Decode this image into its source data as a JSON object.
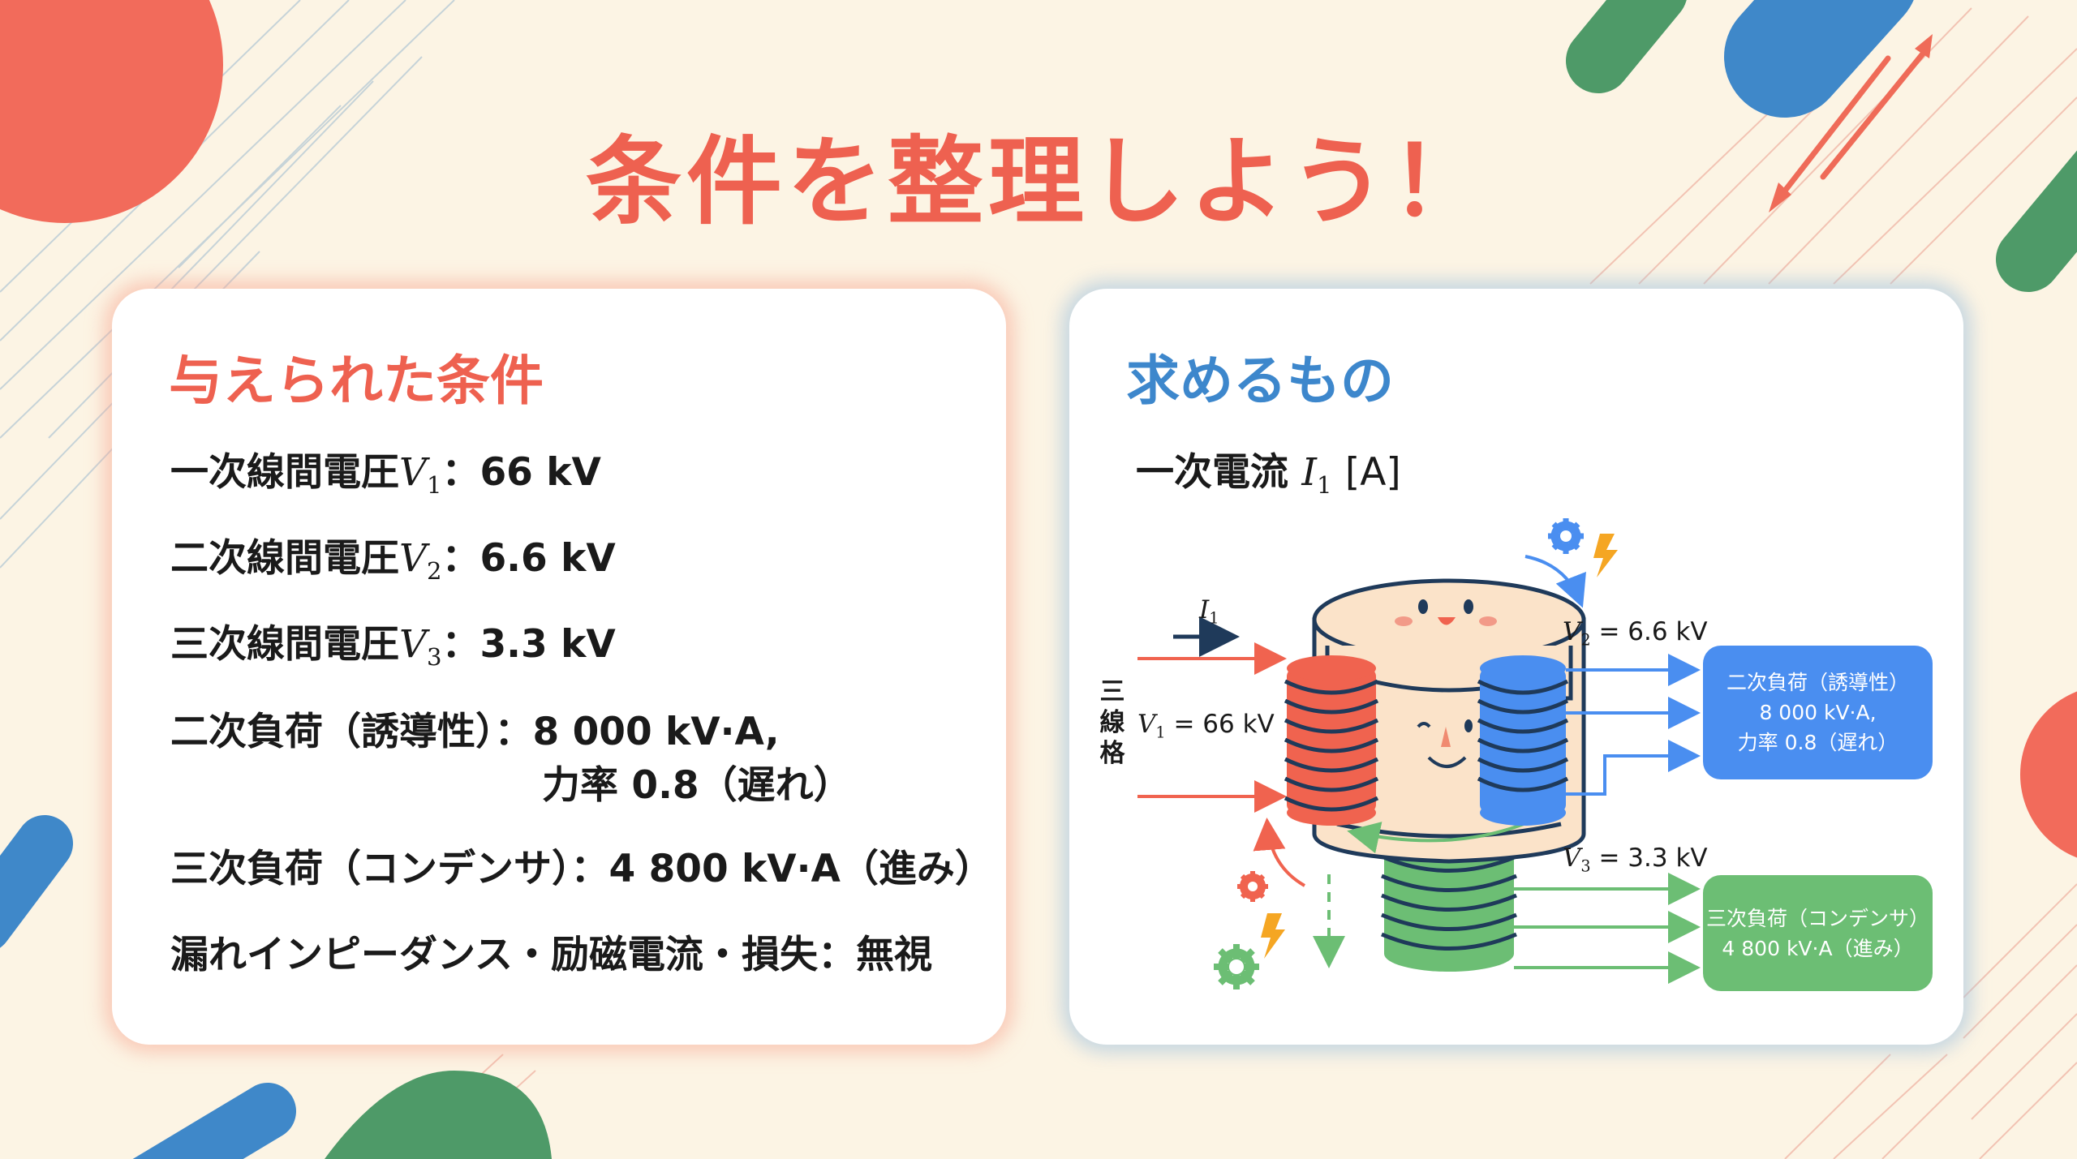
{
  "slide": {
    "title": "条件を整理しよう！"
  },
  "given": {
    "heading": "与えられた条件",
    "items": [
      {
        "label": "一次線間電圧",
        "var": "V",
        "sub": "1",
        "sep": "：",
        "value": "66 kV"
      },
      {
        "label": "二次線間電圧",
        "var": "V",
        "sub": "2",
        "sep": "：",
        "value": "6.6 kV"
      },
      {
        "label": "三次線間電圧",
        "var": "V",
        "sub": "3",
        "sep": "：",
        "value": "3.3 kV"
      },
      {
        "label": "二次負荷（誘導性）",
        "sep": "：",
        "value": "8 000 kV·A,",
        "value2": "力率 0.8（遅れ）"
      },
      {
        "label": "三次負荷（コンデンサ）",
        "sep": "：",
        "value": "4 800 kV·A（進み）"
      },
      {
        "label": "漏れインピーダンス・励磁電流・損失",
        "sep": "：",
        "value": "無視"
      }
    ]
  },
  "find": {
    "heading": "求めるもの",
    "item": {
      "label": "一次電流",
      "var": "I",
      "sub": "1",
      "unit": "[A]"
    }
  },
  "diagram": {
    "current_label": {
      "var": "I",
      "sub": "1"
    },
    "side_label": "三線格",
    "v1_label": {
      "var": "V",
      "sub": "1",
      "value": "= 66 kV"
    },
    "v2_label": {
      "var": "V",
      "sub": "2",
      "value": "= 6.6 kV"
    },
    "v3_label": {
      "var": "V",
      "sub": "3",
      "value": "= 3.3 kV"
    },
    "secondary_load": {
      "line1": "二次負荷（誘導性）",
      "line2": "8 000 kV·A,",
      "line3": "力率 0.8（遅れ）"
    },
    "tertiary_load": {
      "line1": "三次負荷（コンデンサ）",
      "line2": "4 800 kV·A（進み）"
    },
    "colors": {
      "primary": "#f0634f",
      "secondary": "#4a8ef0",
      "tertiary": "#6cbe74",
      "core": "#fbe3c9",
      "outline": "#1f3a5a",
      "bolt": "#f5a623"
    }
  },
  "theme": {
    "background": "#fcf4e4",
    "accent_red": "#ee6150",
    "accent_blue": "#3d87cc",
    "accent_green": "#4b9665"
  }
}
